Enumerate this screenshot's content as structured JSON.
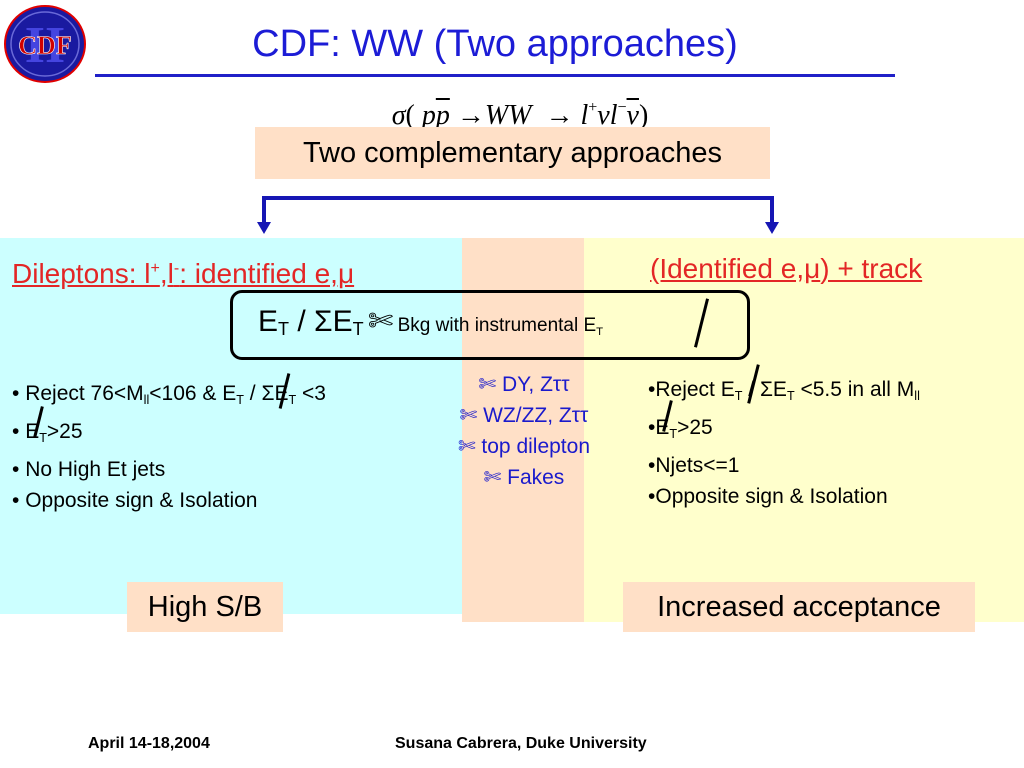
{
  "logo": {
    "text": "CDF",
    "numeral": "II",
    "colors": {
      "disk": "#1a1aa0",
      "ring": "#e00000",
      "text": "#c80000"
    }
  },
  "title": "CDF:  WW (Two approaches)",
  "formula": {
    "sigma": "σ",
    "lparen": "(",
    "p1": "p",
    "p2": "p",
    "arrow1": "→",
    "ww": "WW",
    "arrow2": "→",
    "l1": "l",
    "sup_plus": "+",
    "nu1": "ν",
    "l2": "l",
    "sup_minus": "−",
    "nu2": "ν",
    "rparen": ")"
  },
  "two_box": "Two complementary approaches",
  "left_heading": {
    "prefix": "Dileptons: l",
    "sup1": "+",
    "comma": ",l",
    "sup2": "-",
    "suffix": ": identified e,",
    "mu": "μ"
  },
  "right_heading": {
    "prefix": "(Identified e,",
    "mu": "μ",
    "suffix": ") + track"
  },
  "round_box": {
    "e": "E",
    "t_sub": "T",
    "slash_sigma": " / ΣE",
    "t_sub2": "T",
    "scissors": "✄",
    "bkg": "Bkg with instrumental E",
    "t_sub3": "T"
  },
  "left_list": [
    {
      "bullet": "• ",
      "t1": "Reject 76<M",
      "sub1": "ll",
      "t2": "<106 & E",
      "sub2": "T",
      "t3": " / ΣE",
      "sub3": "T",
      "t4": " <3"
    },
    {
      "bullet": "• ",
      "t1": "E",
      "sub1": "T",
      "t2": ">25"
    },
    {
      "bullet": "• ",
      "t1": "No High Et jets"
    },
    {
      "bullet": "• ",
      "t1": "Opposite sign & Isolation"
    }
  ],
  "mid_list": [
    {
      "icon": "✄",
      "text": " DY, Zττ"
    },
    {
      "icon": "✄",
      "text": " WZ/ZZ, Zττ"
    },
    {
      "icon": "✄",
      "text": " top dilepton"
    },
    {
      "icon": "✄",
      "text": " Fakes"
    }
  ],
  "right_list": [
    {
      "bullet": "•",
      "t1": "Reject E",
      "sub1": "T",
      "t2": " / ΣE",
      "sub2": "T",
      "t3": " <5.5 in all M",
      "sub3": "ll"
    },
    {
      "bullet": "•",
      "t1": "E",
      "sub1": "T",
      "t2": ">25"
    },
    {
      "bullet": "•",
      "t1": "Njets<=1"
    },
    {
      "bullet": "•",
      "t1": "Opposite sign & Isolation"
    }
  ],
  "high_sb": "High S/B",
  "increased": "Increased acceptance",
  "footer": {
    "date": "April 14-18,2004",
    "author": "Susana Cabrera, Duke University"
  }
}
